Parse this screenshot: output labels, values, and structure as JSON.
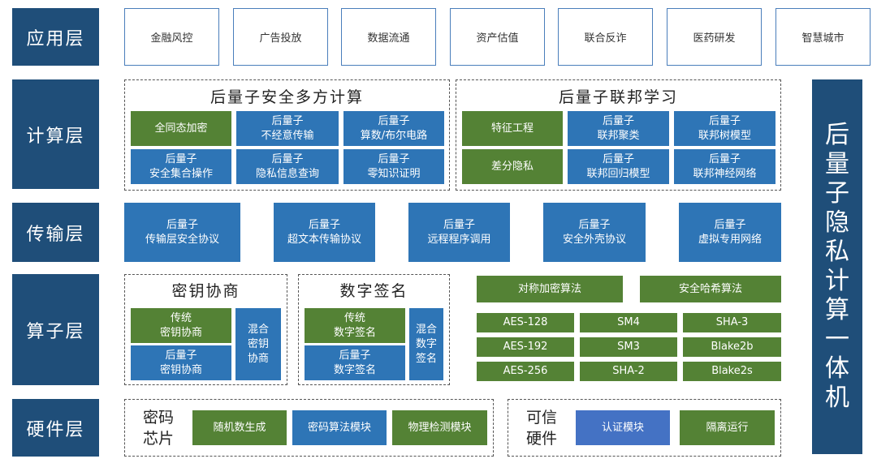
{
  "layers": [
    "应用层",
    "计算层",
    "传输层",
    "算子层",
    "硬件层"
  ],
  "applications": [
    "金融风控",
    "广告投放",
    "数据流通",
    "资产估值",
    "联合反诈",
    "医药研发",
    "智慧城市"
  ],
  "compute": {
    "mpc_title": "后量子安全多方计算",
    "mpc_items": [
      "全同态加密",
      "后量子\n不经意传输",
      "后量子\n算数/布尔电路",
      "后量子\n安全集合操作",
      "后量子\n隐私信息查询",
      "后量子\n零知识证明"
    ],
    "fl_title": "后量子联邦学习",
    "fl_items": [
      "特征工程",
      "后量子\n联邦聚类",
      "后量子\n联邦树模型",
      "差分隐私",
      "后量子\n联邦回归模型",
      "后量子\n联邦神经网络"
    ]
  },
  "transport": [
    "后量子\n传输层安全协议",
    "后量子\n超文本传输协议",
    "后量子\n远程程序调用",
    "后量子\n安全外壳协议",
    "后量子\n虚拟专用网络"
  ],
  "operator": {
    "key_title": "密钥协商",
    "key_traditional": "传统\n密钥协商",
    "key_pq": "后量子\n密钥协商",
    "key_hybrid": "混合\n密钥\n协商",
    "sig_title": "数字签名",
    "sig_traditional": "传统\n数字签名",
    "sig_pq": "后量子\n数字签名",
    "sig_hybrid": "混合\n数字\n签名",
    "sym_title": "对称加密算法",
    "hash_title": "安全哈希算法",
    "algorithms": [
      "AES-128",
      "SM4",
      "SHA-3",
      "AES-192",
      "SM3",
      "Blake2b",
      "AES-256",
      "SHA-2",
      "Blake2s"
    ]
  },
  "hardware": {
    "chip_label": "密码\n芯片",
    "chip_items": [
      "随机数生成",
      "密码算法模块",
      "物理检测模块"
    ],
    "trusted_label": "可信\n硬件",
    "trusted_items": [
      "认证模块",
      "隔离运行"
    ]
  },
  "side_title": "后\n量\n子\n隐\n私\n计\n算\n一\n体\n机"
}
